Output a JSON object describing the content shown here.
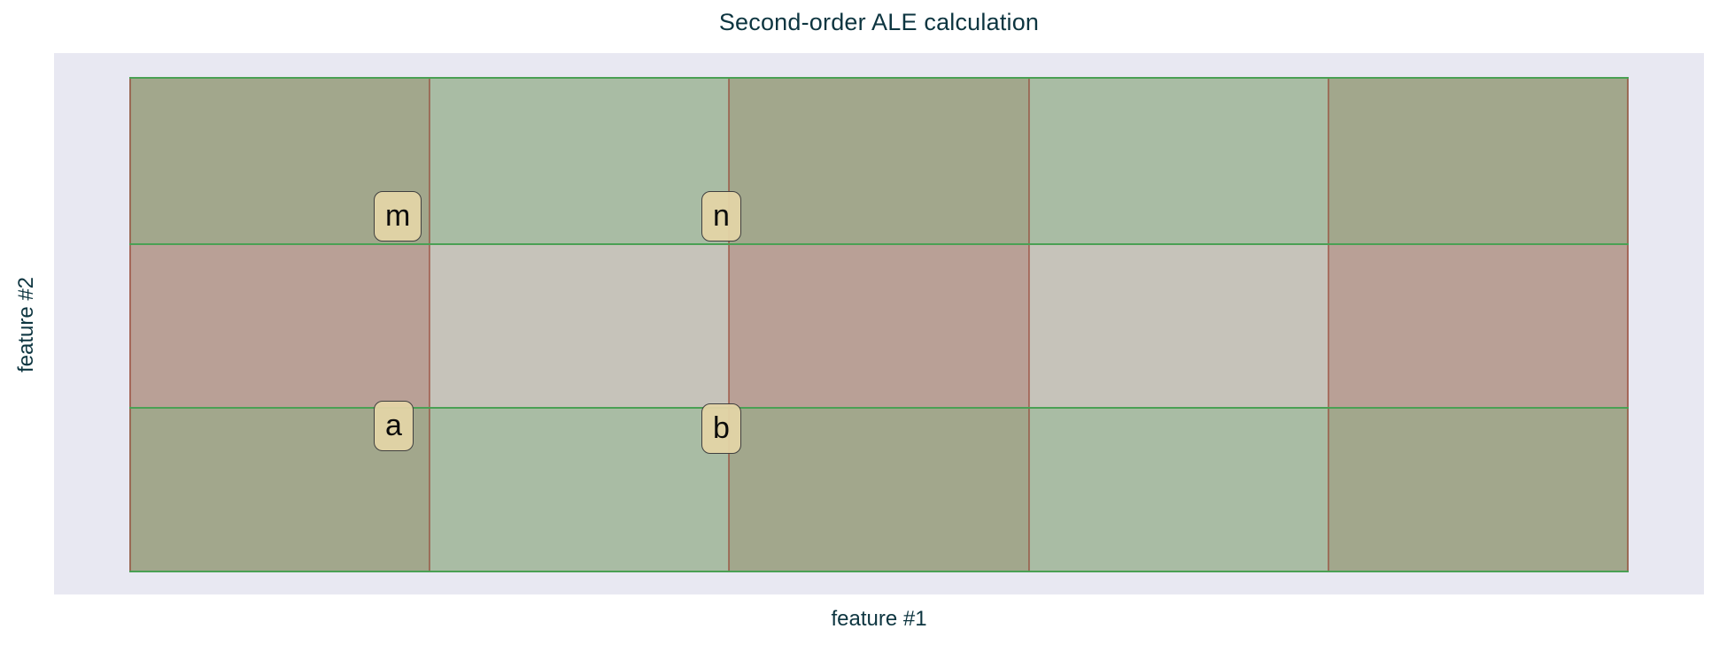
{
  "title": "Second-order ALE calculation",
  "x_axis_label": "feature #1",
  "y_axis_label": "feature #2",
  "colors": {
    "page_background": "#ffffff",
    "plot_background": "#e8e8f2",
    "cell_olive": "#a2a78c",
    "cell_sage": "#a9bca4",
    "cell_rose": "#b9a096",
    "cell_gray": "#c6c3ba",
    "horizontal_line": "#4aa054",
    "vertical_line": "#943828",
    "annotation_fill": "#e3d4a6",
    "annotation_border": "#3f3f3f",
    "text": "#0d3540"
  },
  "chart_data": {
    "type": "heatmap",
    "title": "Second-order ALE calculation",
    "xlabel": "feature #1",
    "ylabel": "feature #2",
    "grid": {
      "n_cols": 5,
      "n_rows": 3,
      "rows": [
        [
          "olive",
          "sage",
          "olive",
          "sage",
          "olive"
        ],
        [
          "rose",
          "gray",
          "rose",
          "gray",
          "rose"
        ],
        [
          "olive",
          "sage",
          "olive",
          "sage",
          "olive"
        ]
      ],
      "palette": {
        "olive": "#a2a78c",
        "sage": "#a9bca4",
        "rose": "#b9a096",
        "gray": "#c6c3ba"
      },
      "horizontal_lines": 4,
      "vertical_lines": 6,
      "horizontal_line_color": "#4aa054",
      "vertical_line_color": "#943828",
      "axes_ticks_visible": false,
      "legend": "none"
    },
    "annotations": [
      {
        "label": "m",
        "at": "vertical line 1 x row boundary 1, above-left"
      },
      {
        "label": "n",
        "at": "vertical line 2 x row boundary 1, above-center"
      },
      {
        "label": "a",
        "at": "vertical line 1 x row boundary 2, below-left"
      },
      {
        "label": "b",
        "at": "vertical line 2 x row boundary 2, below-center"
      }
    ]
  }
}
